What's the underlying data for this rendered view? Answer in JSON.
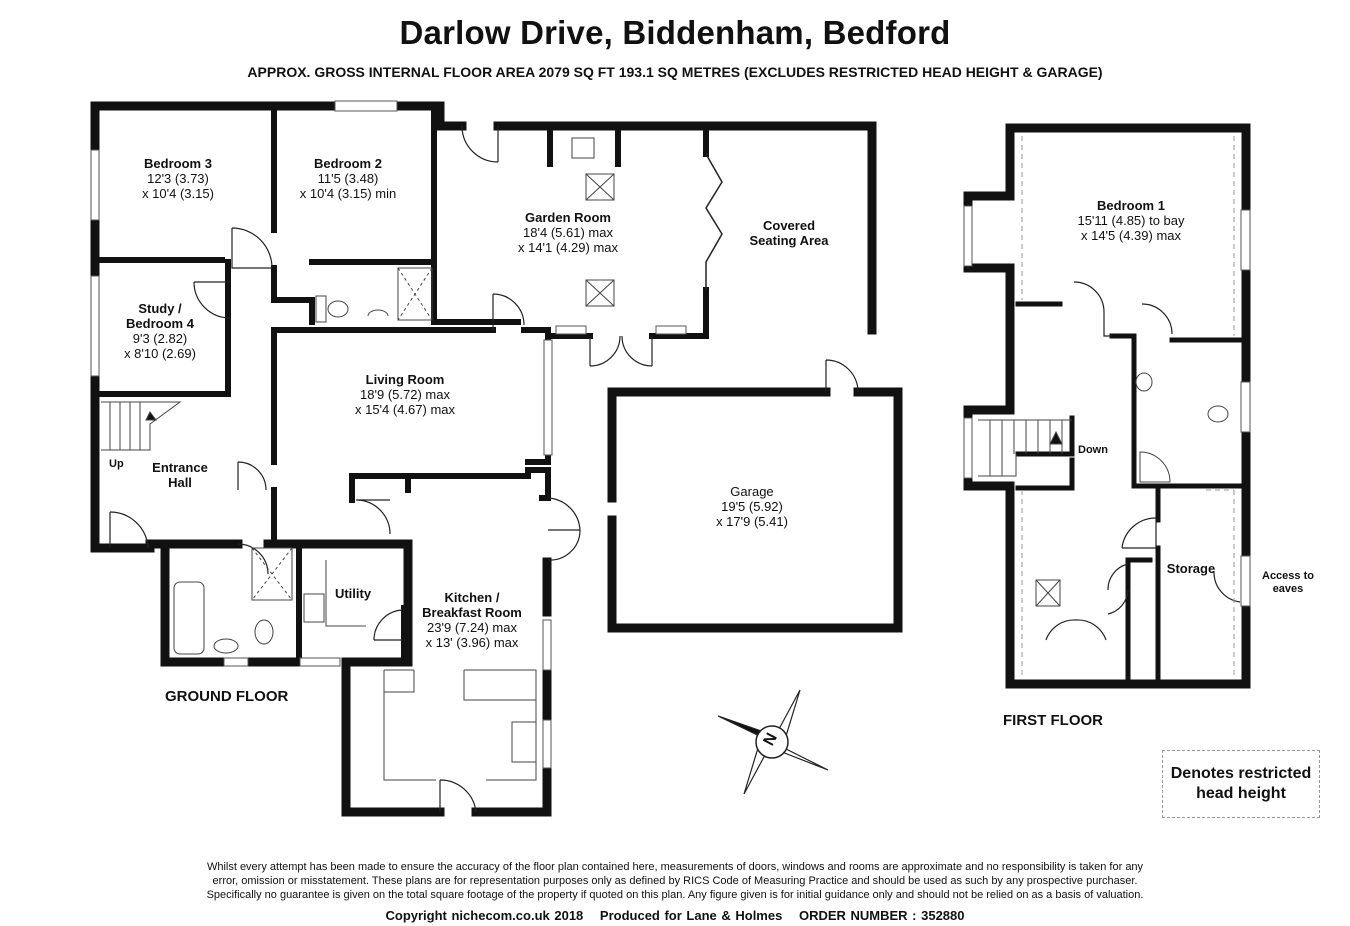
{
  "header": {
    "title": "Darlow Drive, Biddenham, Bedford",
    "subtitle": "APPROX. GROSS INTERNAL FLOOR AREA 2079 SQ FT 193.1 SQ METRES (EXCLUDES RESTRICTED HEAD HEIGHT & GARAGE)"
  },
  "ground_floor": {
    "label": "GROUND FLOOR",
    "rooms": [
      {
        "id": "bedroom-3",
        "name": "Bedroom 3",
        "dims": [
          "12'3 (3.73)",
          "x 10'4 (3.15)"
        ]
      },
      {
        "id": "bedroom-2",
        "name": "Bedroom 2",
        "dims": [
          "11'5 (3.48)",
          "x 10'4 (3.15) min"
        ]
      },
      {
        "id": "garden-room",
        "name": "Garden Room",
        "dims": [
          "18'4 (5.61) max",
          "x 14'1 (4.29) max"
        ]
      },
      {
        "id": "covered-seating",
        "name": "Covered",
        "name2": "Seating Area",
        "dims": []
      },
      {
        "id": "study",
        "name": "Study /",
        "name2": "Bedroom 4",
        "dims": [
          "9'3 (2.82)",
          "x 8'10 (2.69)"
        ]
      },
      {
        "id": "living-room",
        "name": "Living Room",
        "dims": [
          "18'9 (5.72) max",
          "x 15'4 (4.67) max"
        ]
      },
      {
        "id": "entrance-hall",
        "name": "Entrance",
        "name2": "Hall",
        "dims": []
      },
      {
        "id": "utility",
        "name": "Utility",
        "dims": []
      },
      {
        "id": "kitchen",
        "name": "Kitchen /",
        "name2": "Breakfast Room",
        "dims": [
          "23'9 (7.24) max",
          "x 13' (3.96) max"
        ]
      },
      {
        "id": "garage",
        "name": "Garage",
        "dims": [
          "19'5 (5.92)",
          "x 17'9 (5.41)"
        ],
        "plain": true
      }
    ],
    "up_label": "Up"
  },
  "first_floor": {
    "label": "FIRST FLOOR",
    "rooms": [
      {
        "id": "bedroom-1",
        "name": "Bedroom 1",
        "dims": [
          "15'11 (4.85) to bay",
          "x 14'5 (4.39) max"
        ]
      },
      {
        "id": "storage",
        "name": "Storage",
        "dims": []
      }
    ],
    "down_label": "Down",
    "eaves_label": [
      "Access to",
      "eaves"
    ]
  },
  "compass": {
    "letter": "N"
  },
  "legend": {
    "line1": "Denotes restricted",
    "line2": "head height"
  },
  "footer": {
    "disclaimer_lines": [
      "Whilst every attempt has been made to ensure the accuracy of the floor plan contained here, measurements of doors, windows and rooms are approximate and no responsibility is taken for any",
      "error, omission or misstatement. These plans are for representation purposes only as defined by RICS Code of Measuring Practice and should be used as such by any prospective purchaser.",
      "Specifically no guarantee is given on the total square footage of the property if quoted on this plan. Any figure given is for initial guidance only and should not be relied on as a basis of valuation."
    ],
    "copyright": "Copyright nichecom.co.uk 2018",
    "produced_for": "Produced for Lane & Holmes",
    "order_number": "ORDER NUMBER : 352880"
  }
}
